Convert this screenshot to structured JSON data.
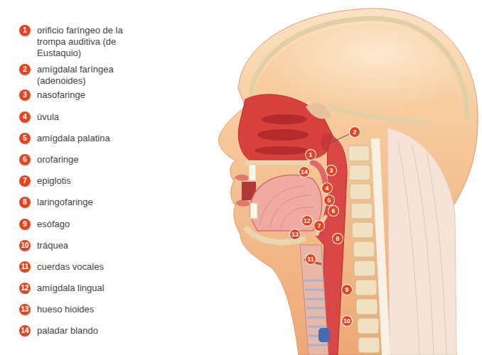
{
  "diagram": {
    "nodes": [
      {
        "text": [
          "1",
          "orificio faríngeo de la trompa auditiva (de Eustaquio)"
        ]
      },
      {
        "text": [
          "2",
          "amígdalal faríngea (adenoides)"
        ]
      },
      {
        "text": [
          "3",
          "nasofaringe"
        ]
      },
      {
        "text": [
          "4",
          "úvula"
        ]
      },
      {
        "text": [
          "5",
          "amígdala palatina"
        ]
      },
      {
        "text": [
          "6",
          "orofaringe"
        ]
      },
      {
        "text": [
          "7",
          "epiglotis"
        ]
      },
      {
        "text": [
          "8",
          "laringofaringe"
        ]
      },
      {
        "text": [
          "9",
          "esófago"
        ]
      },
      {
        "text": [
          "10",
          "tráquea"
        ]
      },
      {
        "text": [
          "11",
          "cuerdas vocales"
        ]
      },
      {
        "text": [
          "12",
          "amígdala lingual"
        ]
      },
      {
        "text": [
          "13",
          "hueso hioides"
        ]
      },
      {
        "text": [
          "14",
          "paladar blando"
        ]
      },
      {
        "text": [
          "1"
        ]
      },
      {
        "text": [
          "2"
        ]
      },
      {
        "text": [
          "3"
        ]
      },
      {
        "text": [
          "4"
        ]
      },
      {
        "text": [
          "5"
        ]
      },
      {
        "text": [
          "6"
        ]
      },
      {
        "text": [
          "7"
        ]
      },
      {
        "text": [
          "8"
        ]
      },
      {
        "text": [
          "9"
        ]
      },
      {
        "text": [
          "10"
        ]
      },
      {
        "text": [
          "11"
        ]
      },
      {
        "text": [
          "12"
        ]
      },
      {
        "text": [
          "13"
        ]
      },
      {
        "text": [
          "14"
        ]
      }
    ]
  }
}
